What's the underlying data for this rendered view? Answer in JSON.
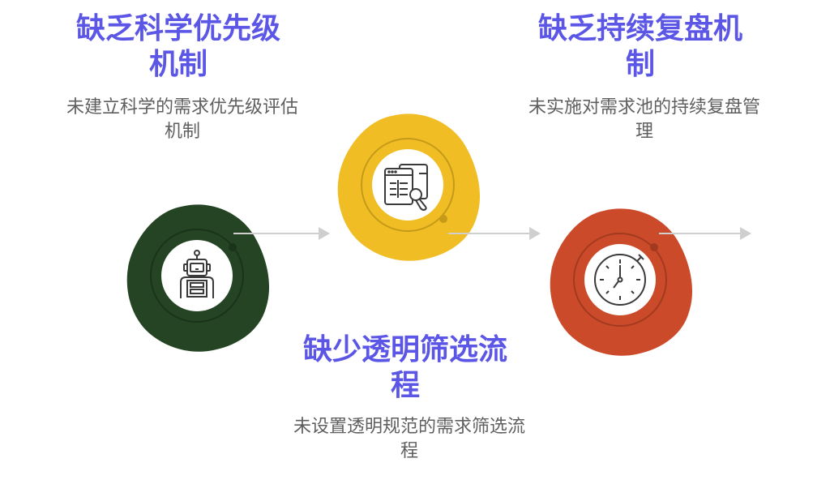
{
  "steps": [
    {
      "title": "缺乏科学优先级机制",
      "title_line1": "缺乏科学优先级",
      "title_line2": "机制",
      "desc_line1": "未建立科学的需求优先级评估",
      "desc_line2": "机制",
      "icon": "robot-icon",
      "color": "#244424"
    },
    {
      "title": "缺少透明筛选流程",
      "title_line1": "缺少透明筛选流",
      "title_line2": "程",
      "desc_line1": "未设置透明规范的需求筛选流",
      "desc_line2": "程",
      "icon": "browser-search-icon",
      "color": "#f0bd24"
    },
    {
      "title": "缺乏持续复盘机制",
      "title_line1": "缺乏持续复盘机",
      "title_line2": "制",
      "desc_line1": "未实施对需求池的持续复盘管",
      "desc_line2": "理",
      "icon": "stopwatch-icon",
      "color": "#cb4a2a"
    }
  ],
  "colors": {
    "title": "#5b56e6",
    "desc": "#5f5f5f",
    "arrow": "#cccccc"
  }
}
